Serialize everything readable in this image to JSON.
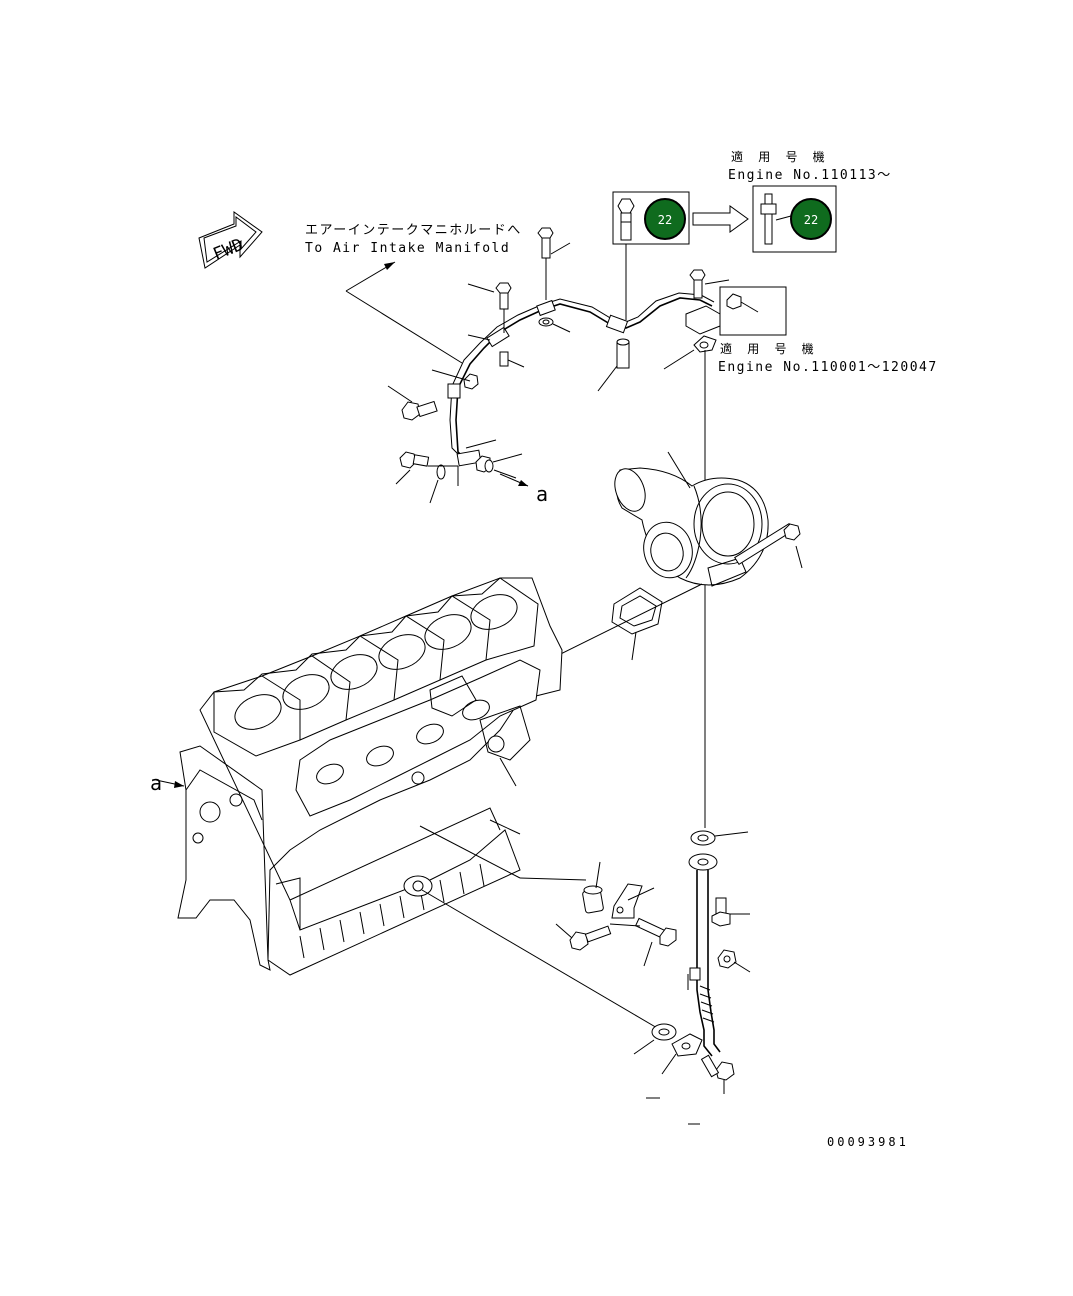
{
  "annotations": {
    "note_later_jp": "適 用 号 機",
    "note_later_engine": "Engine No.110113〜",
    "note_earlier_jp": "適 用 号 機",
    "note_earlier_engine": "Engine No.110001〜120047",
    "air_intake_jp": "エアーインテークマニホルードへ",
    "air_intake_en": "To Air Intake Manifold",
    "fwd_label": "FWD",
    "ref_a_left": "a",
    "ref_a_pipe": "a",
    "torque_badge_1": "22",
    "torque_badge_2": "22",
    "figure_number": "00093981"
  },
  "colors": {
    "badge_fill": "#0f6b1e",
    "badge_ring": "#000000",
    "line": "#000000",
    "background": "#ffffff"
  }
}
